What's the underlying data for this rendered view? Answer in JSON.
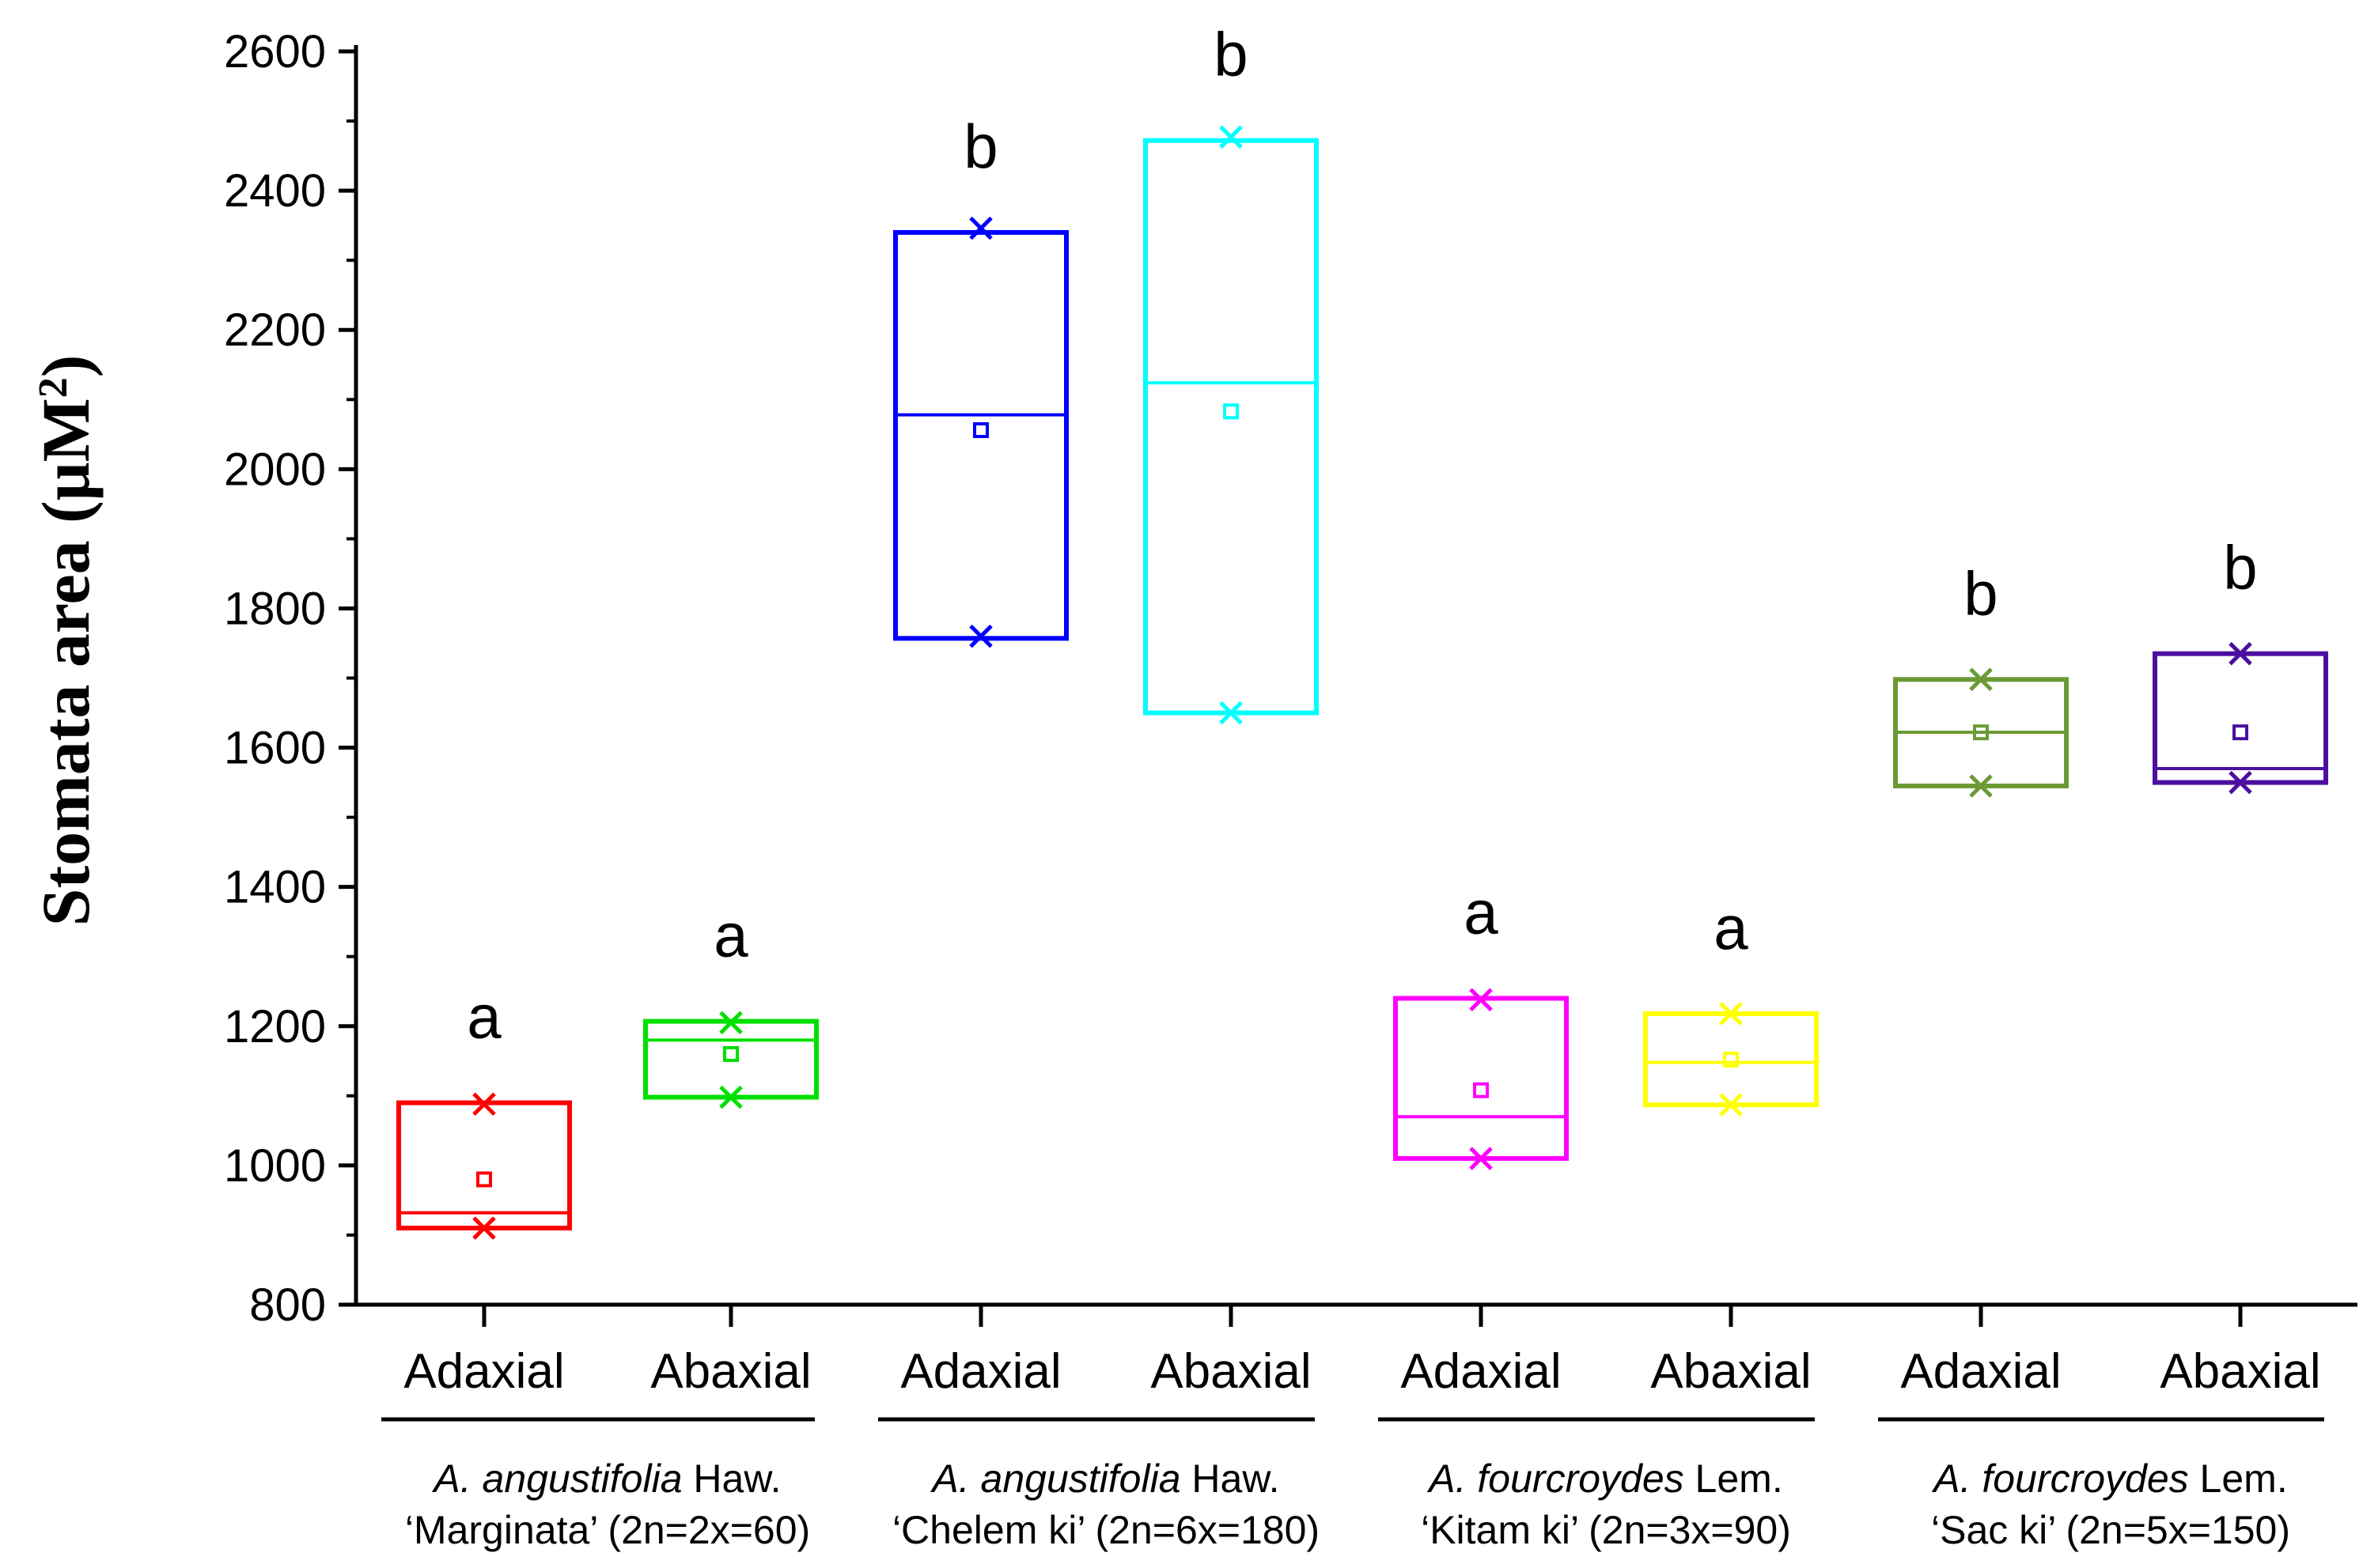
{
  "chart_data": {
    "type": "box",
    "ylabel": "Stomata area (μM²)",
    "ylabel_main": "Stomata area (μM",
    "ylabel_sup": "2",
    "ylabel_close": ")",
    "ylim": [
      800,
      2600
    ],
    "yticks": [
      800,
      1000,
      1200,
      1400,
      1600,
      1800,
      2000,
      2200,
      2400,
      2600
    ],
    "grid": false,
    "groups": [
      {
        "line1_italic": "A. angustifolia",
        "line1_rest": " Haw.",
        "line2": "‘Marginata’  (2n=2x=60)",
        "boxes": [
          {
            "label": "Adaxial",
            "color": "#ff0000",
            "q1": 910,
            "median": 932,
            "q3": 1090,
            "mean": 980,
            "min": 910,
            "max": 1088,
            "letter": "a"
          },
          {
            "label": "Abaxial",
            "color": "#00e000",
            "q1": 1098,
            "median": 1180,
            "q3": 1207,
            "mean": 1160,
            "min": 1098,
            "max": 1205,
            "letter": "a"
          }
        ]
      },
      {
        "line1_italic": "A. angustifolia",
        "line1_rest": " Haw.",
        "line2": "‘Chelem ki’ (2n=6x=180)",
        "boxes": [
          {
            "label": "Adaxial",
            "color": "#0000ff",
            "q1": 1757,
            "median": 2078,
            "q3": 2340,
            "mean": 2056,
            "min": 1760,
            "max": 2346,
            "letter": "b"
          },
          {
            "label": "Abaxial",
            "color": "#00ffff",
            "q1": 1650,
            "median": 2124,
            "q3": 2472,
            "mean": 2083,
            "min": 1650,
            "max": 2477,
            "letter": "b"
          }
        ]
      },
      {
        "line1_italic": "A. fourcroydes",
        "line1_rest": " Lem.",
        "line2": "‘Kitam ki’ (2n=3x=90)",
        "boxes": [
          {
            "label": "Adaxial",
            "color": "#ff00ff",
            "q1": 1010,
            "median": 1070,
            "q3": 1240,
            "mean": 1108,
            "min": 1010,
            "max": 1238,
            "letter": "a"
          },
          {
            "label": "Abaxial",
            "color": "#ffff00",
            "q1": 1087,
            "median": 1148,
            "q3": 1218,
            "mean": 1152,
            "min": 1087,
            "max": 1218,
            "letter": "a"
          }
        ]
      },
      {
        "line1_italic": "A. fourcroydes",
        "line1_rest": " Lem.",
        "line2": "‘Sac ki’ (2n=5x=150)",
        "boxes": [
          {
            "label": "Adaxial",
            "color": "#6b9a35",
            "q1": 1545,
            "median": 1622,
            "q3": 1698,
            "mean": 1622,
            "min": 1545,
            "max": 1698,
            "letter": "b"
          },
          {
            "label": "Abaxial",
            "color": "#4b0fa0",
            "q1": 1550,
            "median": 1570,
            "q3": 1735,
            "mean": 1622,
            "min": 1550,
            "max": 1735,
            "letter": "b"
          }
        ]
      }
    ]
  }
}
